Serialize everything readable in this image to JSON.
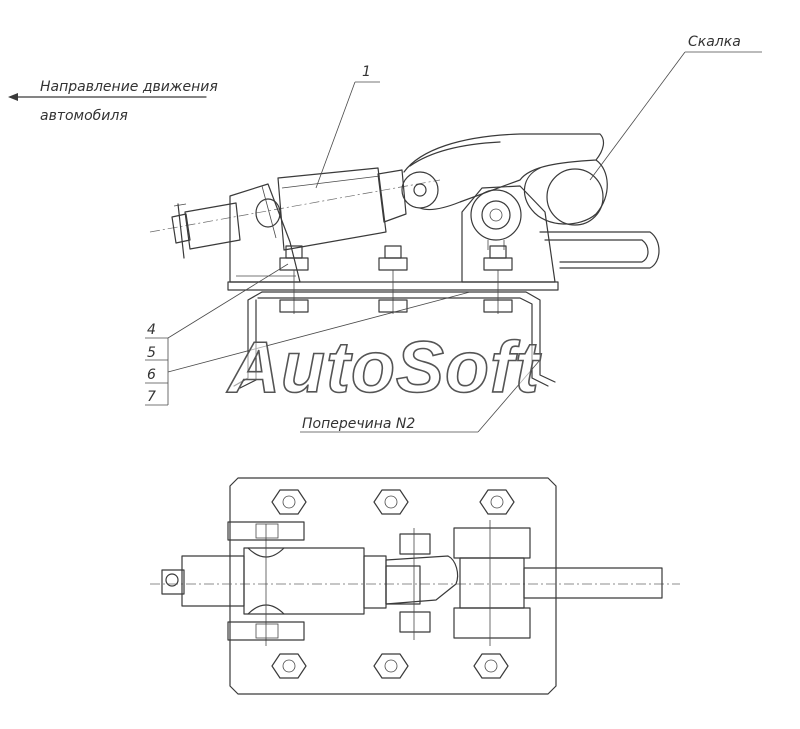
{
  "labels": {
    "direction_line1": "Направление движения",
    "direction_line2": "автомобиля",
    "skalka": "Скалка",
    "crossmember": "Поперечина N2",
    "part_1": "1",
    "part_4": "4",
    "part_5": "5",
    "part_6": "6",
    "part_7": "7"
  },
  "watermark": {
    "text": "AutoSoft"
  },
  "colors": {
    "ink": "#3a3a3a",
    "paper": "#ffffff"
  }
}
